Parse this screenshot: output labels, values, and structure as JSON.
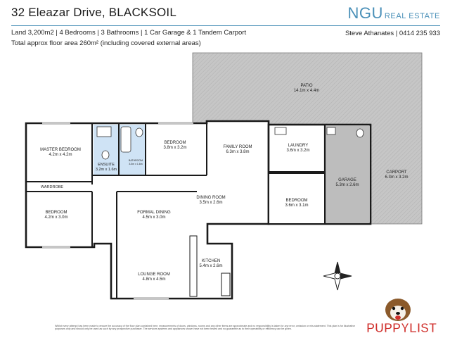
{
  "header": {
    "title": "32 Eleazar Drive, BLACKSOIL",
    "brand_main": "NGU",
    "brand_sub": "REAL ESTATE",
    "details": "Land 3,200m2 | 4 Bedrooms | 3 Bathrooms | 1 Car Garage & 1 Tandem Carport",
    "floor_area": "Total approx floor area 260m² (including covered external areas)",
    "agent": "Steve Athanates | 0414 235 933"
  },
  "rooms": {
    "patio": {
      "name": "PATIO",
      "size": "14.1m x 4.4m"
    },
    "master": {
      "name": "MASTER BEDROOM",
      "size": "4.2m x 4.2m"
    },
    "ensuite": {
      "name": "ENSUITE",
      "size": "3.2m x 1.6m"
    },
    "bathroom": {
      "name": "BATHROOM",
      "size": "3.0m x 1.6m"
    },
    "bedroom_top": {
      "name": "BEDROOM",
      "size": "3.8m x 3.2m"
    },
    "family": {
      "name": "FAMILY ROOM",
      "size": "6.3m x 3.8m"
    },
    "laundry": {
      "name": "LAUNDRY",
      "size": "3.6m x 3.2m"
    },
    "garage": {
      "name": "GARAGE",
      "size": "5.3m x 2.6m"
    },
    "carport": {
      "name": "CARPORT",
      "size": "6.3m x 3.2m"
    },
    "wardrobe": {
      "name": "WARDROBE"
    },
    "dining": {
      "name": "DINING ROOM",
      "size": "3.5m x 2.6m"
    },
    "bedroom_left": {
      "name": "BEDROOM",
      "size": "4.2m x 3.0m"
    },
    "formal": {
      "name": "FORMAL DINING",
      "size": "4.5m x 3.0m"
    },
    "bedroom_right": {
      "name": "BEDROOM",
      "size": "3.6m x 3.1m"
    },
    "kitchen": {
      "name": "KITCHEN",
      "size": "5.4m x 2.6m"
    },
    "lounge": {
      "name": "LOUNGE ROOM",
      "size": "4.8m x 4.5m"
    }
  },
  "disclaimer": "Whilst every attempt has been made to ensure the accuracy of the floor plan contained here, measurements of doors, windows, rooms and any other items are approximate and no responsibility is taken for any error, omission or mis-statement. This plan is for illustrative purposes only and should only be used as such by any prospective purchaser. The services systems and appliances shown have not been tested and no guarantee as to their operability or efficiency can be given.",
  "watermark": {
    "text": "PUPPYLIST"
  },
  "colors": {
    "brand": "#4a90b8",
    "patio_fill": "#c4c4c4",
    "garage_fill": "#bdbdbd",
    "wet_area_fill": "#cfe3f5",
    "wall": "#1a1a1a",
    "puppy_red": "#d0312d"
  }
}
